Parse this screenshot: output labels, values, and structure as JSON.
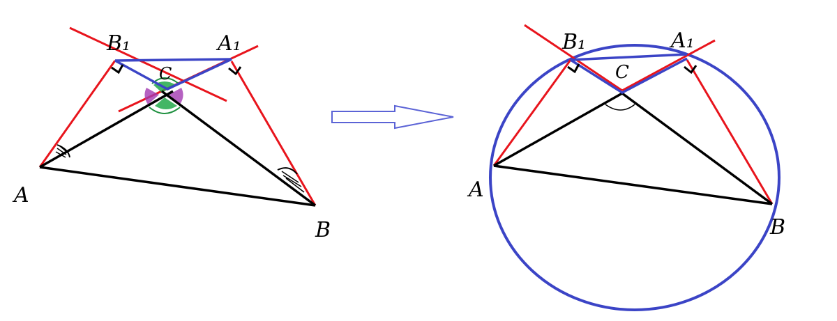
{
  "colors": {
    "background": "#ffffff",
    "triangle": "#000000",
    "altitude": "#e8141c",
    "orthic": "#3b44c6",
    "circle": "#3b44c6",
    "arrow": "#5b63d6",
    "angle_mark_green": "#22a94a",
    "angle_mark_purple": "#a23ab2"
  },
  "left_figure": {
    "labels": {
      "b1": "B₁",
      "a1": "A₁",
      "c": "C",
      "a": "A",
      "b": "B"
    }
  },
  "arrow": {
    "icon": "hollow-right-arrow-icon"
  },
  "right_figure": {
    "labels": {
      "b1": "B₁",
      "a1": "A₁",
      "c": "C",
      "a": "A",
      "b": "B"
    }
  }
}
